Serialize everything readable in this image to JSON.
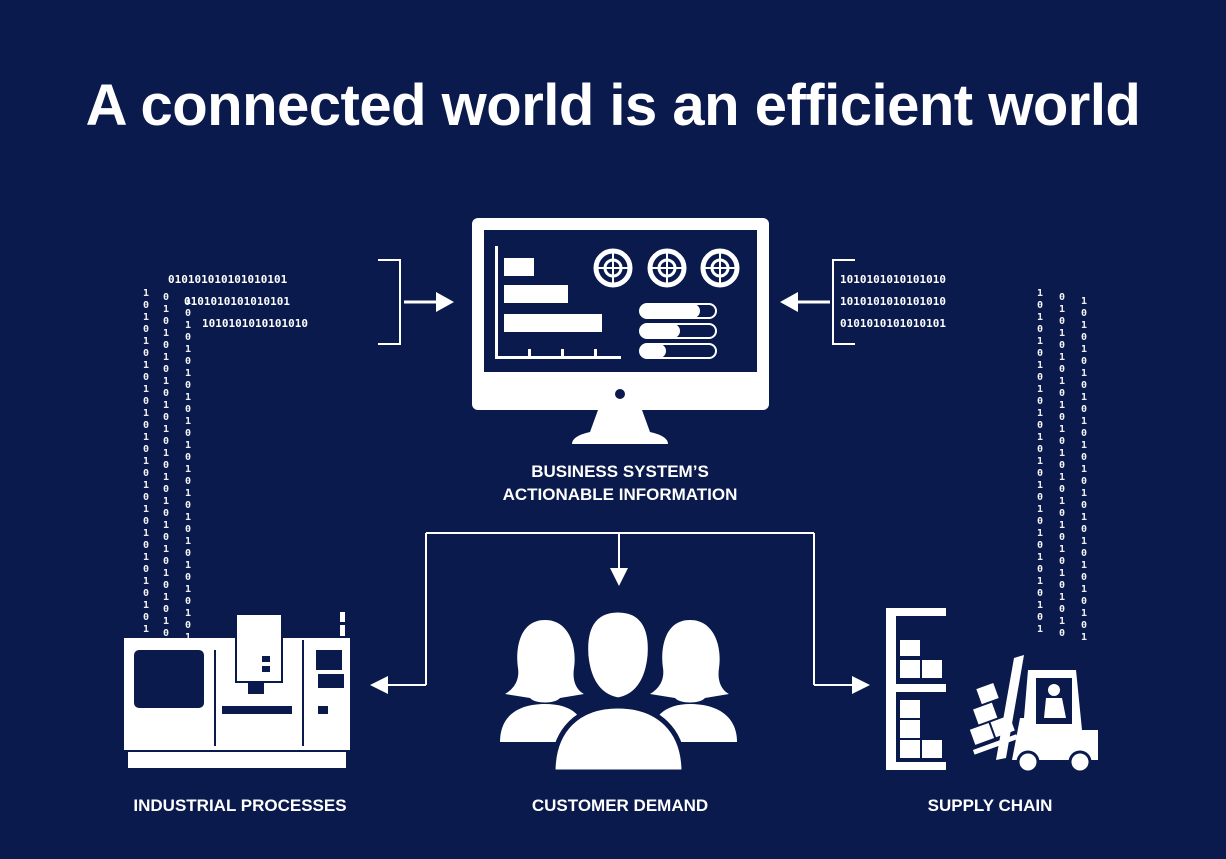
{
  "title": "A connected world is an efficient world",
  "nodes": {
    "business_system": {
      "line1": "BUSINESS SYSTEM’S",
      "line2": "ACTIONABLE INFORMATION",
      "icon": "computer-monitor-dashboard"
    },
    "industrial_processes": {
      "label": "INDUSTRIAL PROCESSES",
      "icon": "cnc-machine"
    },
    "customer_demand": {
      "label": "CUSTOMER DEMAND",
      "icon": "people-group"
    },
    "supply_chain": {
      "label": "SUPPLY CHAIN",
      "icon": "forklift-shelves"
    }
  },
  "binary_streams": {
    "left_rows": [
      "010101010101010101",
      "0101010101010101",
      "1010101010101010"
    ],
    "right_rows": [
      "1010101010101010",
      "1010101010101010",
      "0101010101010101"
    ],
    "pattern": "10"
  },
  "colors": {
    "background": "#0b1a4d",
    "foreground": "#ffffff"
  }
}
